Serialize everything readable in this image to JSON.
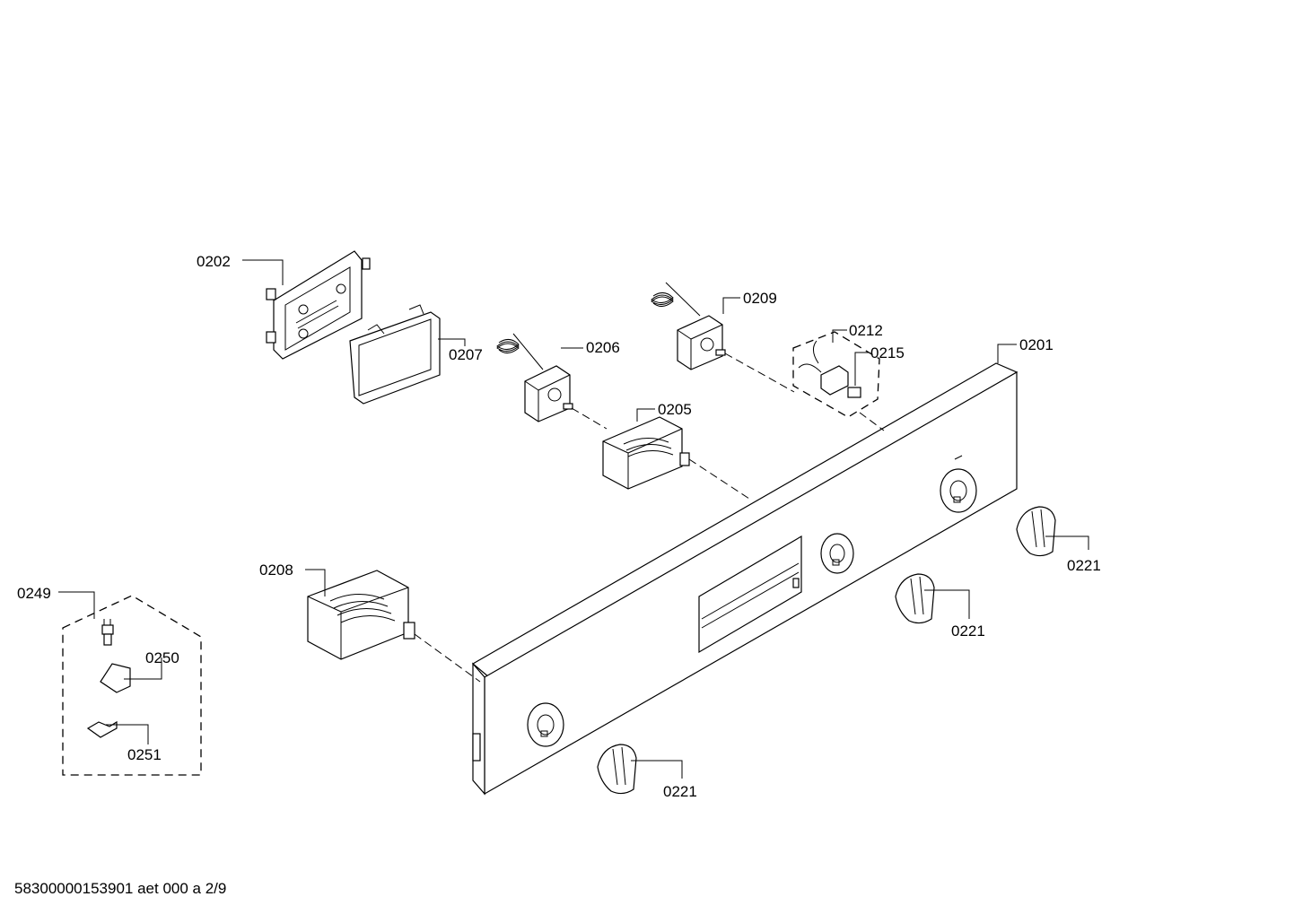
{
  "document_code": "58300000153901 aet 000 a 2/9",
  "parts": {
    "p0201": "0201",
    "p0202": "0202",
    "p0205": "0205",
    "p0206": "0206",
    "p0207": "0207",
    "p0208": "0208",
    "p0209": "0209",
    "p0212": "0212",
    "p0215": "0215",
    "p0221a": "0221",
    "p0221b": "0221",
    "p0221c": "0221",
    "p0249": "0249",
    "p0250": "0250",
    "p0251": "0251"
  }
}
